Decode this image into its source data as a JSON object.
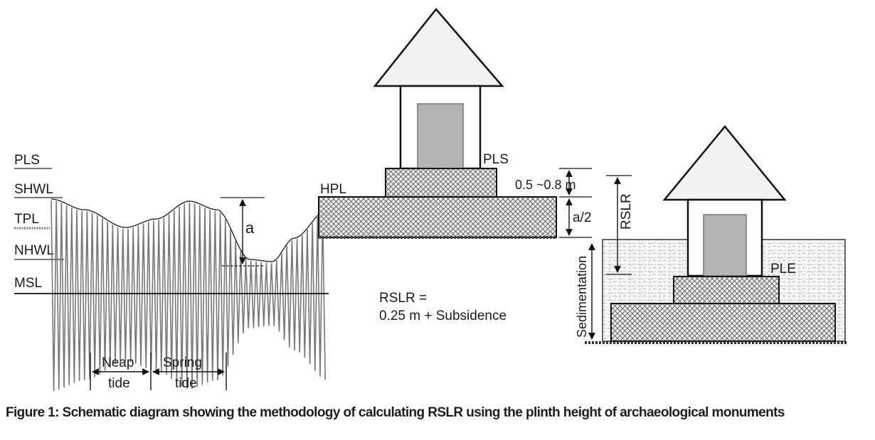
{
  "tide_levels": [
    "PLS",
    "SHWL",
    "TPL",
    "NHWL",
    "MSL"
  ],
  "tidal_range_label": "a",
  "tide_periods": [
    "Neap tide",
    "Spring tide"
  ],
  "neap_label": [
    "Neap",
    "tide"
  ],
  "spring_label": [
    "Spring",
    "tide"
  ],
  "house_labels": {
    "pls": "PLS",
    "hpl": "HPL",
    "upper_plinth": "0.5 ~0.8 m",
    "lower_plinth": "a/2",
    "rslr": "RSLR",
    "ple": "PLE",
    "sedimentation": "Sedimentation"
  },
  "formula": {
    "line1": "RSLR =",
    "line2": "0.25 m + Subsidence"
  },
  "caption": "Figure 1: Schematic diagram showing the methodology of calculating RSLR using the plinth height of archaeological monuments",
  "colors": {
    "wave": "#777777",
    "roof": "#f2f2f2",
    "door": "#b3b3b3",
    "sediment": "#f6f6f6"
  }
}
